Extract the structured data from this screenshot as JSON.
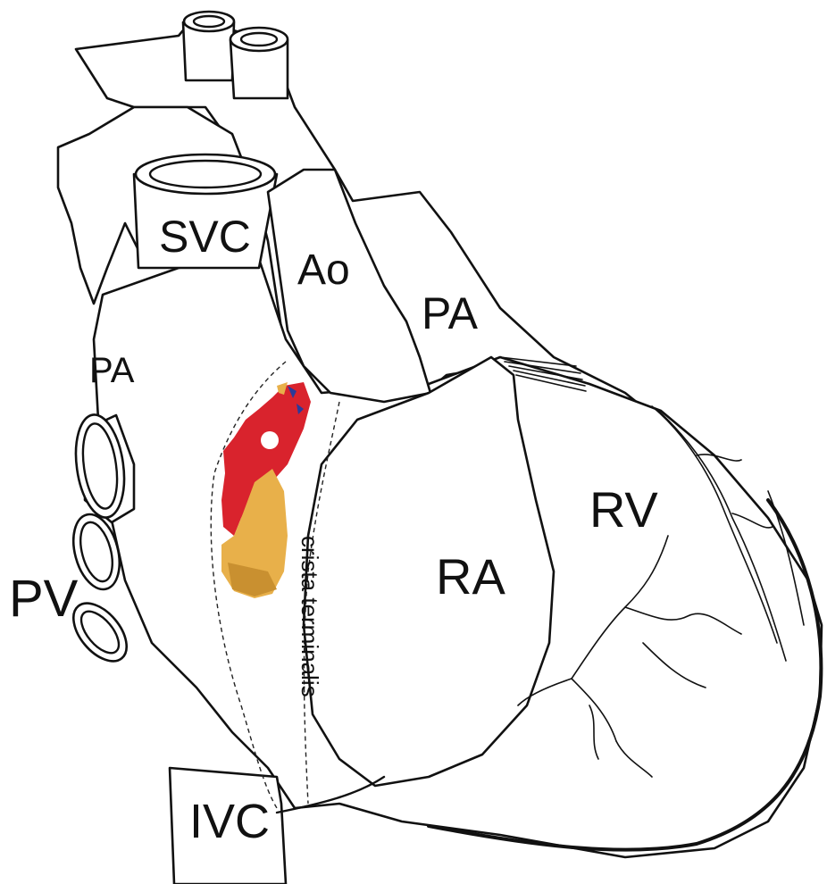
{
  "labels": {
    "svc": "SVC",
    "ao": "Ao",
    "pa_top": "PA",
    "pa_left": "PA",
    "pv": "PV",
    "ra": "RA",
    "rv": "RV",
    "ivc": "IVC",
    "crista": "crista terminalis"
  },
  "colors": {
    "outline": "#111111",
    "map_red": "#d9232d",
    "map_yellow": "#e8b04a",
    "map_blue": "#2b3a9a"
  }
}
